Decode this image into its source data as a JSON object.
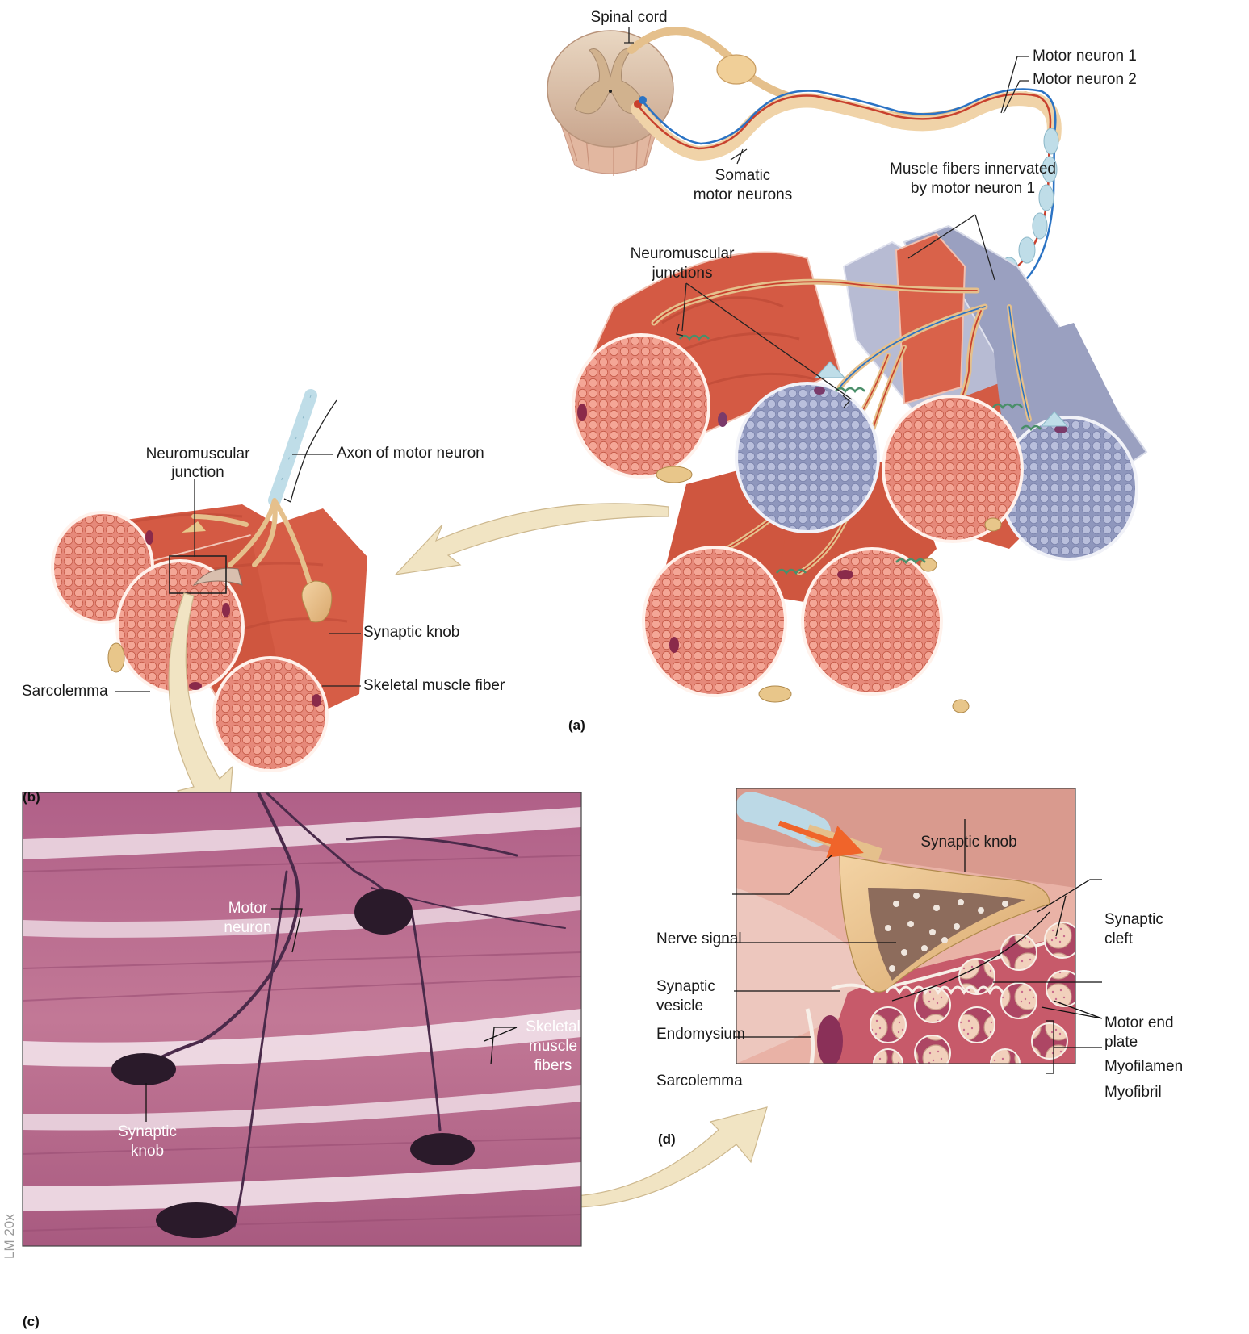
{
  "panel_a": {
    "id": "(a)",
    "spinal_cord": "Spinal cord",
    "motor_neuron_1": "Motor neuron 1",
    "motor_neuron_2": "Motor neuron 2",
    "somatic_line1": "Somatic",
    "somatic_line2": "motor neurons",
    "innervated_line1": "Muscle fibers innervated",
    "innervated_line2": "by motor neuron 1",
    "nmj_line1": "Neuromuscular",
    "nmj_line2": "junctions"
  },
  "panel_b": {
    "id": "(b)",
    "nmj_line1": "Neuromuscular",
    "nmj_line2": "junction",
    "axon": "Axon of motor neuron",
    "synaptic_knob": "Synaptic knob",
    "sarcolemma": "Sarcolemma",
    "skeletal_fiber": "Skeletal muscle fiber"
  },
  "panel_c": {
    "id": "(c)",
    "motor_line1": "Motor",
    "motor_line2": "neuron",
    "skeletal_line1": "Skeletal",
    "skeletal_line2": "muscle",
    "skeletal_line3": "fibers",
    "knob_line1": "Synaptic",
    "knob_line2": "knob",
    "magnification": "LM 20x"
  },
  "panel_d": {
    "id": "(d)",
    "synaptic_knob": "Synaptic knob",
    "nerve_signal": "Nerve signal",
    "vesicle_line1": "Synaptic",
    "vesicle_line2": "vesicle",
    "endomysium": "Endomysium",
    "sarcolemma": "Sarcolemma",
    "cleft_line1": "Synaptic",
    "cleft_line2": "cleft",
    "endplate_line1": "Motor end",
    "endplate_line2": "plate",
    "myofilament": "Myofilamen",
    "myofibril": "Myofibril"
  },
  "colors": {
    "muscle_red": "#d9624a",
    "muscle_gray": "#9ea4c4",
    "nerve_tan": "#e8c28d",
    "myelin_blue": "#b7d8e6",
    "stain_pink": "#c4789a",
    "arrow_cream": "#efe3c4",
    "signal_orange": "#f0642a"
  }
}
